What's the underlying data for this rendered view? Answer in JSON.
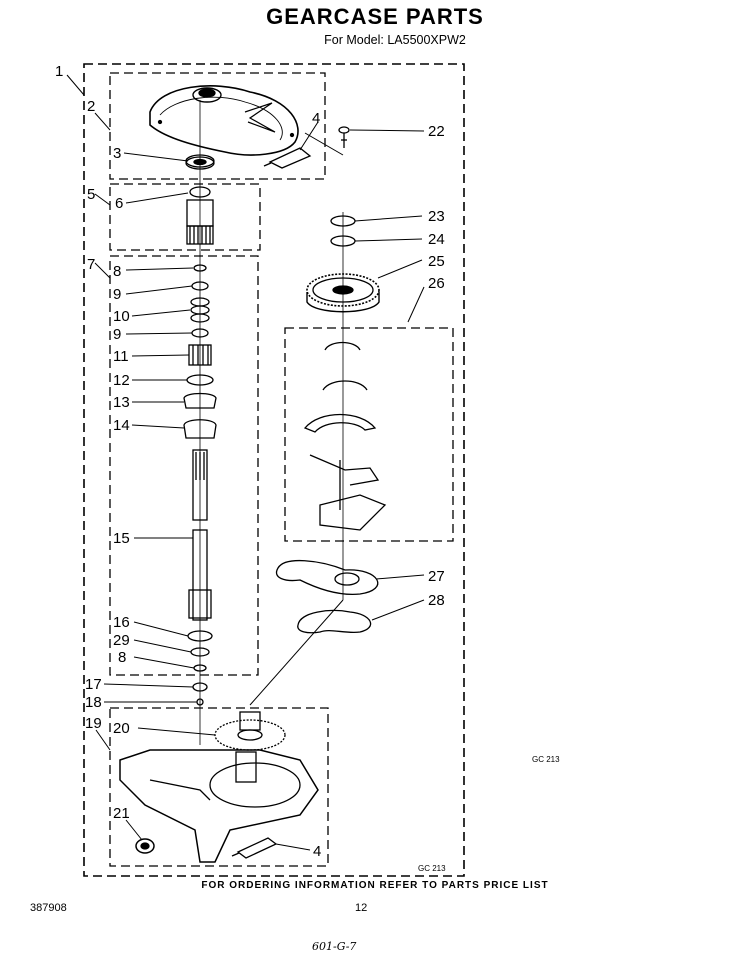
{
  "title": "GEARCASE PARTS",
  "subtitle": "For Model: LA5500XPW2",
  "footer": {
    "ordering": "FOR ORDERING INFORMATION REFER TO PARTS PRICE LIST",
    "doc_number": "387908",
    "page_number": "12",
    "handwritten": "601-G-7"
  },
  "figure_codes": {
    "right": "GC 213",
    "bottom": "GC 213"
  },
  "callouts": {
    "c1": "1",
    "c2": "2",
    "c3": "3",
    "c4a": "4",
    "c22": "22",
    "c5": "5",
    "c6": "6",
    "c7": "7",
    "c8a": "8",
    "c9a": "9",
    "c10": "10",
    "c9b": "9",
    "c11": "11",
    "c12": "12",
    "c13": "13",
    "c14": "14",
    "c15": "15",
    "c16": "16",
    "c29": "29",
    "c8b": "8",
    "c17": "17",
    "c18": "18",
    "c19": "19",
    "c20": "20",
    "c21": "21",
    "c4b": "4",
    "c23": "23",
    "c24": "24",
    "c25": "25",
    "c26": "26",
    "c27": "27",
    "c28": "28"
  }
}
